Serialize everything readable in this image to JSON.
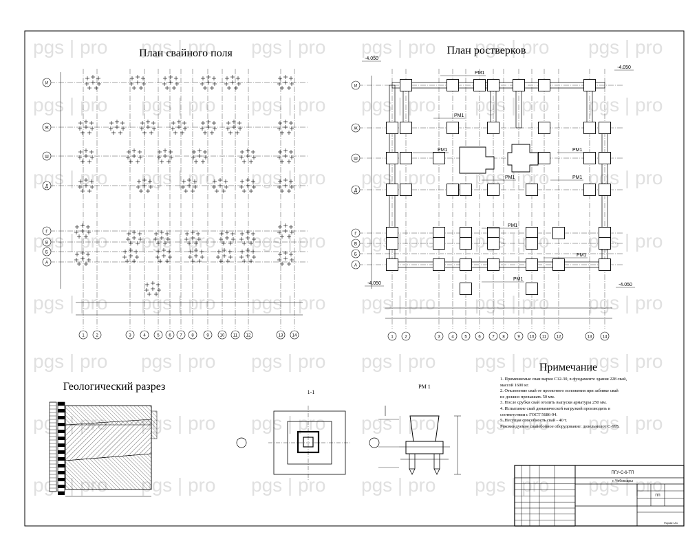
{
  "titles": {
    "pile_field": "План  свайного поля",
    "pile_caps": "План   ростверков",
    "geology": "Геологический разрез",
    "notes": "Примечание"
  },
  "watermark": "pgs | pro",
  "section_label": "1-1",
  "pm_label": "РМ 1",
  "cap_mark": "РМ1",
  "level_mark": "-4.050",
  "axis_numbers": [
    "1",
    "2",
    "3",
    "4",
    "5",
    "6",
    "7",
    "8",
    "9",
    "10",
    "11",
    "12",
    "13",
    "14"
  ],
  "axis_letters_pile": [
    "И",
    "Ж",
    "Ш",
    "Д",
    "Г",
    "В",
    "Б",
    "А"
  ],
  "axis_letters_caps": [
    "И",
    "Ж",
    "Ш",
    "Д",
    "Г",
    "В",
    "Б",
    "А"
  ],
  "notes_lines": [
    "1. Применяемые сваи марки С12-30, в фундаменте здания 228 свай,",
    "массой 1600 кг.",
    "2. Отклонение свай от проектного положения при забивке свай",
    "не должно превышать 50 мм.",
    "3. После срубки свай оголить выпуски арматуры 250 мм.",
    "4. Испытание свай динамической нагрузкой производить в",
    "соответствии с ГОСТ 5686-94.",
    "5. Несущая способность свай - 40 т.",
    "Рекомендуемое свайебойное оборудование: дизельмолот С-995."
  ],
  "stamp": {
    "code": "ПГУ-С-6-ТП",
    "city": "г. Чебоксары",
    "sheet": "ПП",
    "format": "Формат А1"
  }
}
